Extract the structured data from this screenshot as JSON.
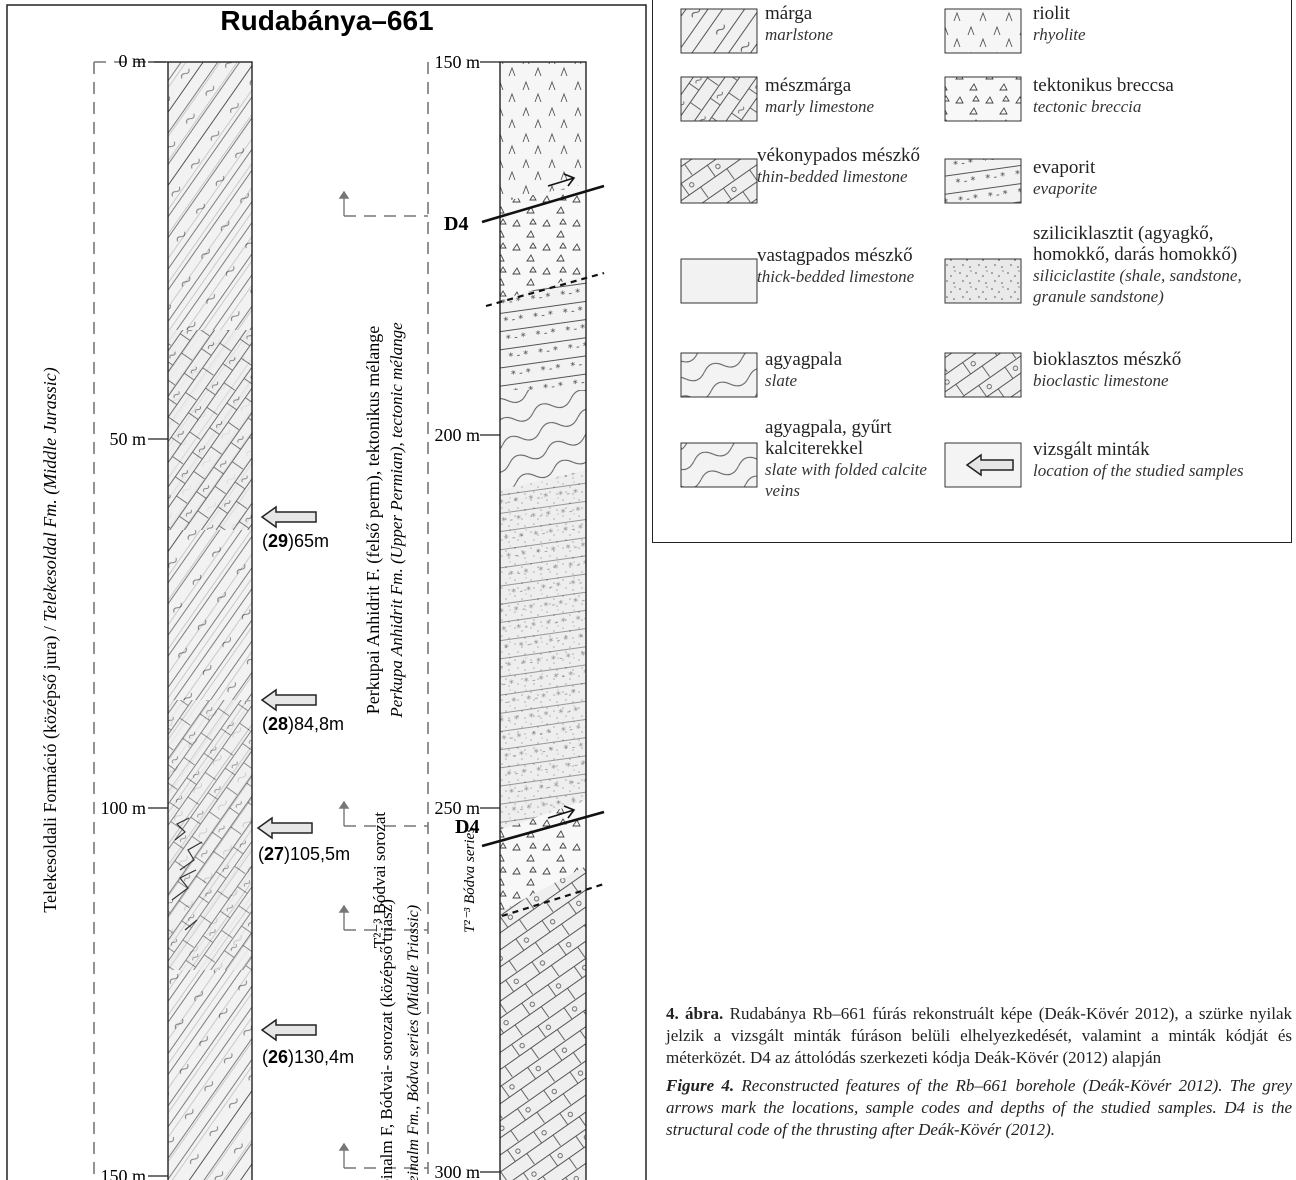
{
  "title": "Rudabánya–661",
  "left_column": {
    "depth_labels": [
      "0 m",
      "50 m",
      "100 m",
      "150 m"
    ],
    "formation_hu": "Telekesoldali Formáció (középső jura) / ",
    "formation_en": "Telekesoldal Fm. (Middle Jurassic)",
    "samples": [
      {
        "code": "29",
        "depth": ")65m"
      },
      {
        "code": "28",
        "depth": ")84,8m"
      },
      {
        "code": "27",
        "depth": ")105,5m"
      },
      {
        "code": "26",
        "depth": ")130,4m"
      }
    ]
  },
  "right_column": {
    "depth_labels": [
      "150 m",
      "200 m",
      "250 m",
      "300 m"
    ],
    "d4_labels": [
      "D4",
      "D4"
    ],
    "perkupa_hu": "Perkupai Anhidrit F. (felső perm), tektonikus mélange",
    "perkupa_en": "Perkupa Anhidrit Fm. (Upper Permian), tectonic mélange",
    "bodvai_hu": "T²⁻³ Bódvai sorozat",
    "bodvai_en": "T²⁻³ Bódva series",
    "steinalm_hu": "Steinalm F, Bódvai- sorozat (középső triász)",
    "steinalm_en": "Steinalm Fm., Bódva series (Middle Triassic)"
  },
  "legend": [
    {
      "hu": "márga",
      "en": "marlstone"
    },
    {
      "hu": "riolit",
      "en": "rhyolite"
    },
    {
      "hu": "mészmárga",
      "en": "marly limestone"
    },
    {
      "hu": "tektonikus breccsa",
      "en": "tectonic breccia"
    },
    {
      "hu": "vékonypados mészkő",
      "en": "thin-bedded limestone"
    },
    {
      "hu": "evaporit",
      "en": "evaporite"
    },
    {
      "hu": "vastagpados mészkő",
      "en": "thick-bedded limestone"
    },
    {
      "hu": "sziliciklasztit (agyagkő, homokkő, darás homokkő)",
      "en": "siliciclastite (shale, sandstone, granule sandstone)"
    },
    {
      "hu": "agyagpala",
      "en": "slate"
    },
    {
      "hu": "bioklasztos mészkő",
      "en": "bioclastic limestone"
    },
    {
      "hu": "agyagpala, gyűrt kalciterekkel",
      "en": "slate with folded calcite veins"
    },
    {
      "hu": "vizsgált minták",
      "en": "location of the studied samples"
    }
  ],
  "caption": {
    "hu_label": "4. ábra.",
    "hu_text": " Rudabánya Rb–661 fúrás rekonstruált képe (Deák-Kövér 2012), a szürke nyilak jelzik a vizsgált minták fúráson belüli elhelyezkedését, valamint a minták kódját és méterközét. D4 az áttolódás szerkezeti kódja Deák-Kövér (2012) alapján",
    "en_label": "Figure 4.",
    "en_text": " Reconstructed features of the Rb–661 borehole (Deák-Kövér 2012). The grey arrows mark the locations, sample codes and depths of the studied samples. D4 is the structural code of the thrusting after Deák-Kövér (2012)."
  }
}
